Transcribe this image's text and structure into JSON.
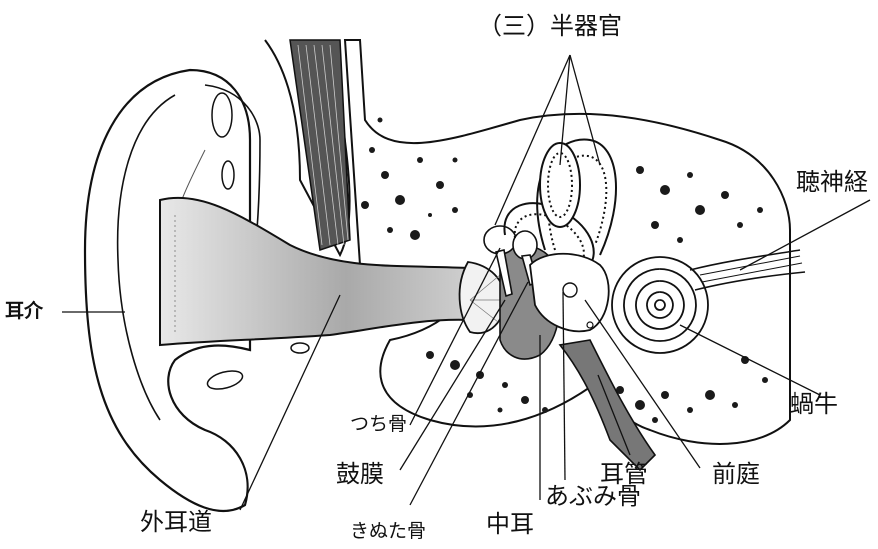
{
  "labels": {
    "semicircular_canals": "（三）半器官",
    "auditory_nerve": "聴神経",
    "auricle": "耳介",
    "cochlea": "蝸牛",
    "malleus": "つち骨",
    "tympanic_membrane": "鼓膜",
    "eustachian_tube": "耳管",
    "vestibule": "前庭",
    "external_auditory_canal": "外耳道",
    "stapes": "あぶみ骨",
    "incus": "きぬた骨",
    "middle_ear": "中耳"
  },
  "colors": {
    "line": "#111111",
    "canal_shade": "#bdbdbd",
    "dark_fill": "#555555",
    "bone_speckle": "#1a1a1a"
  }
}
